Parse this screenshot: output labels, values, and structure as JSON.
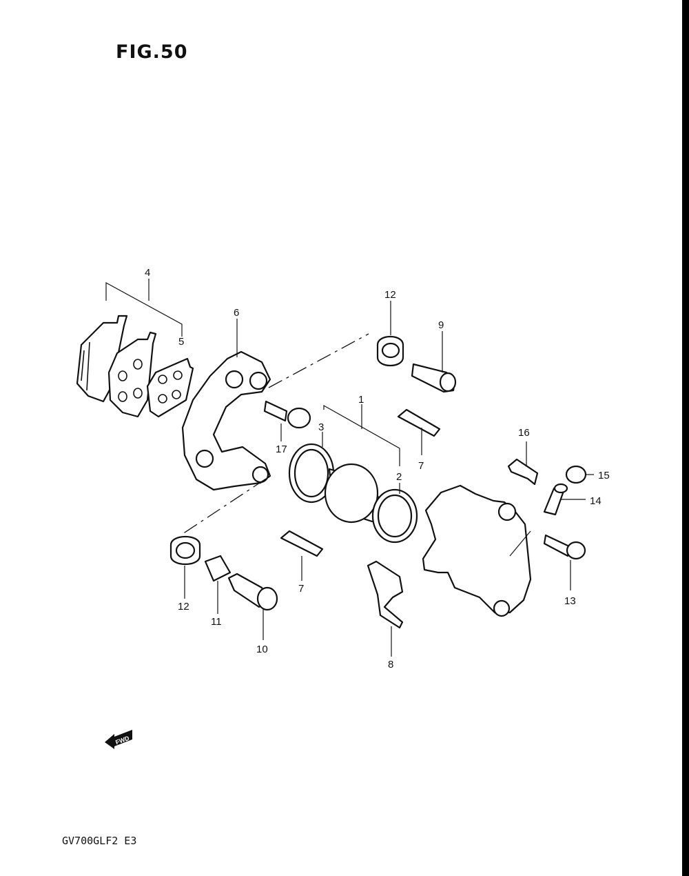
{
  "figure": {
    "title": "FIG.50"
  },
  "footer": {
    "model_code": "GV700GLF2 E3"
  },
  "fwd_arrow": {
    "label": "FWD",
    "icon": "fwd-arrow-icon"
  },
  "callouts": {
    "c1": "1",
    "c2": "2",
    "c3": "3",
    "c4": "4",
    "c5": "5",
    "c6": "6",
    "c7a": "7",
    "c7b": "7",
    "c8": "8",
    "c9": "9",
    "c10": "10",
    "c11": "11",
    "c12a": "12",
    "c12b": "12",
    "c13": "13",
    "c14": "14",
    "c15": "15",
    "c16": "16",
    "c17": "17"
  }
}
